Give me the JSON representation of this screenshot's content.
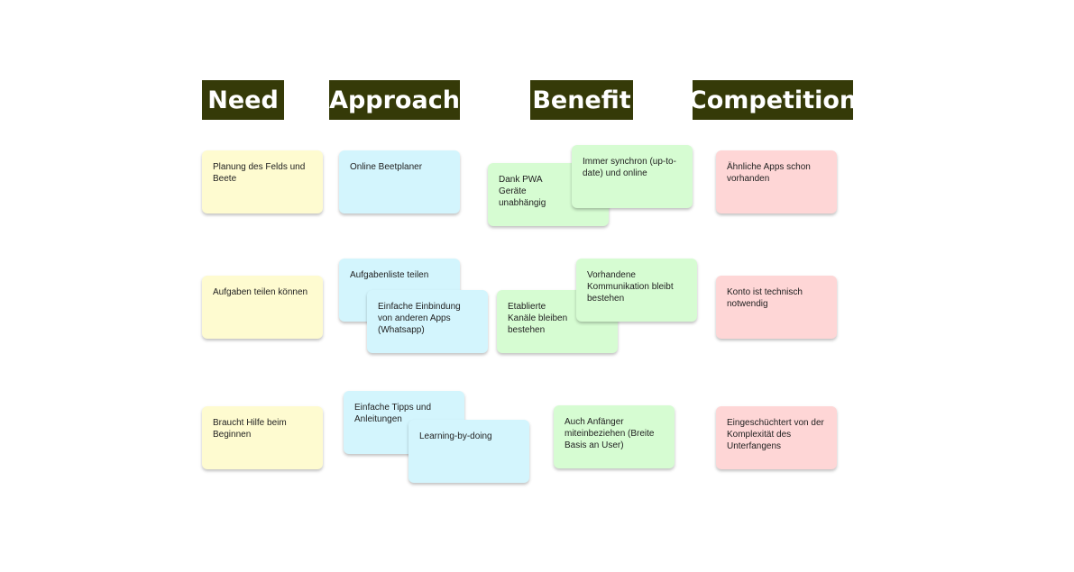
{
  "colors": {
    "header": "#353a08",
    "need": "#fefbd0",
    "approach": "#d3f5fd",
    "benefit": "#d6fcd2",
    "competition": "#fed6d6"
  },
  "headers": {
    "need": "Need",
    "approach": "Approach",
    "benefit": "Benefit",
    "competition": "Competition"
  },
  "need": [
    "Planung des Felds und Beete",
    "Aufgaben teilen können",
    "Braucht Hilfe beim Beginnen"
  ],
  "approach": [
    "Online Beetplaner",
    "Aufgabenliste teilen",
    "Einfache Einbindung von anderen Apps (Whatsapp)",
    "Einfache Tipps und Anleitungen",
    "Learning-by-doing"
  ],
  "benefit": [
    "Dank PWA Geräte unabhängig",
    "Immer synchron (up-to-date) und online",
    "Etablierte Kanäle bleiben bestehen",
    "Vorhandene Kommunikation bleibt bestehen",
    "Auch Anfänger miteinbeziehen (Breite Basis an User)"
  ],
  "competition": [
    "Ähnliche Apps schon vorhanden",
    "Konto ist technisch notwendig",
    "Eingeschüchtert von der Komplexität des Unterfangens"
  ]
}
